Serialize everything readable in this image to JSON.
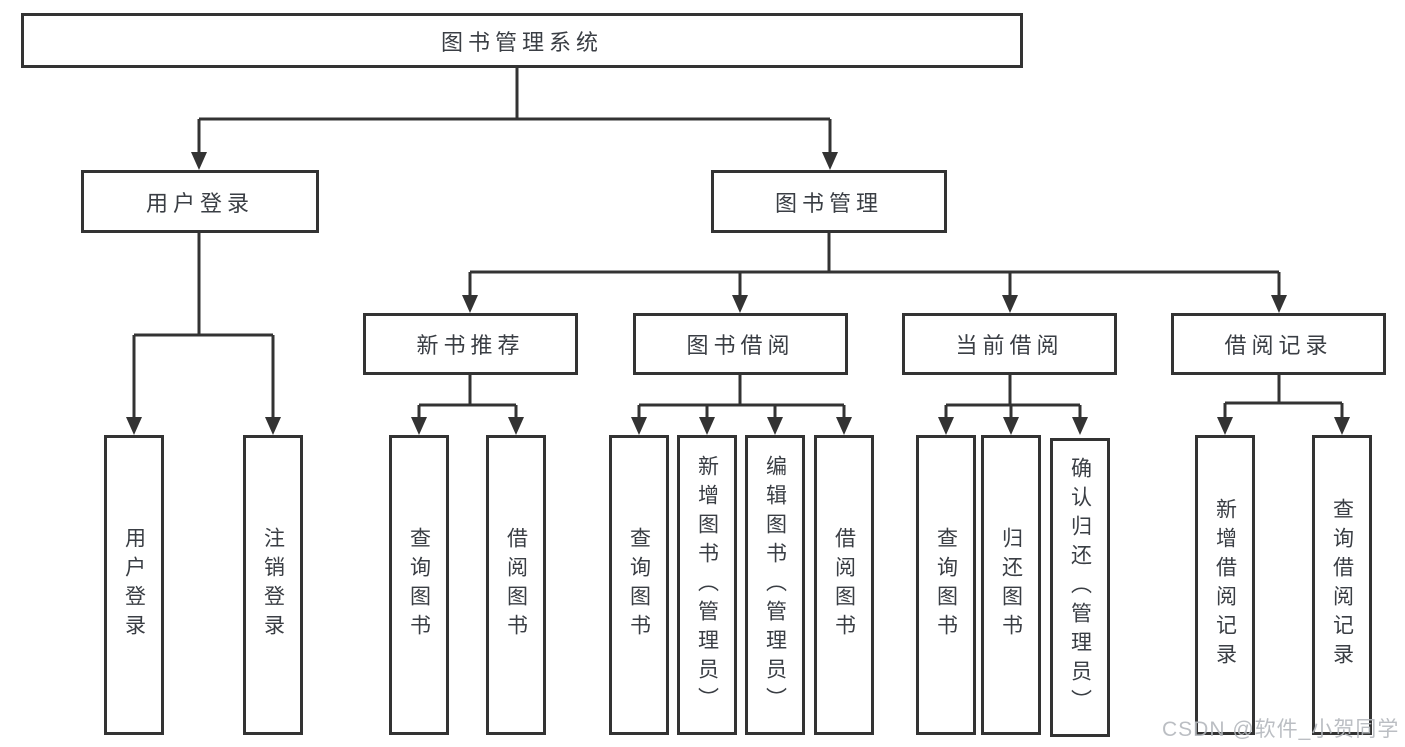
{
  "page": {
    "colors": {
      "bg": "#ffffff",
      "line": "#333333",
      "text": "#3a3e44",
      "watermark": "#b4b8bd"
    }
  },
  "watermark": "CSDN @软件_小贺同学",
  "tree": {
    "root": {
      "label": "图书管理系统",
      "children": [
        {
          "label": "用户登录",
          "children": [
            {
              "label": "用户登录"
            },
            {
              "label": "注销登录"
            }
          ]
        },
        {
          "label": "图书管理",
          "children": [
            {
              "label": "新书推荐",
              "children": [
                {
                  "label": "查询图书"
                },
                {
                  "label": "借阅图书"
                }
              ]
            },
            {
              "label": "图书借阅",
              "children": [
                {
                  "label": "查询图书"
                },
                {
                  "label": "新增图书（管理员）"
                },
                {
                  "label": "编辑图书（管理员）"
                },
                {
                  "label": "借阅图书"
                }
              ]
            },
            {
              "label": "当前借阅",
              "children": [
                {
                  "label": "查询图书"
                },
                {
                  "label": "归还图书"
                },
                {
                  "label": "确认归还（管理员）"
                }
              ]
            },
            {
              "label": "借阅记录",
              "children": [
                {
                  "label": "新增借阅记录"
                },
                {
                  "label": "查询借阅记录"
                }
              ]
            }
          ]
        }
      ]
    }
  }
}
